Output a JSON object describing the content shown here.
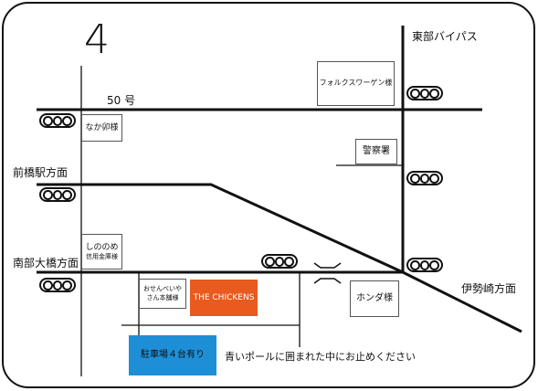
{
  "north_mark": "4",
  "roads": {
    "top_road": "50 号",
    "bypass": "東部バイパス",
    "maebashi": "前橋駅方面",
    "nanbu": "南部大橋方面",
    "isesaki": "伊勢崎方面"
  },
  "landmarks": {
    "volkswagen": "フォルクスワーゲン様",
    "naka": "なか卯様",
    "police": "警察署",
    "shinonome_line1": "しののめ",
    "shinonome_line2": "信用金庫様",
    "osenbei_line1": "おせんべいや",
    "osenbei_line2": "さん本舗様",
    "honda": "ホンダ様"
  },
  "store": {
    "name": "THE CHICKENS",
    "color": "#e85a1e"
  },
  "parking": {
    "label": "駐車場４台有り",
    "color": "#1e8fd6"
  },
  "note": "青いポールに囲まれた中にお止めください"
}
